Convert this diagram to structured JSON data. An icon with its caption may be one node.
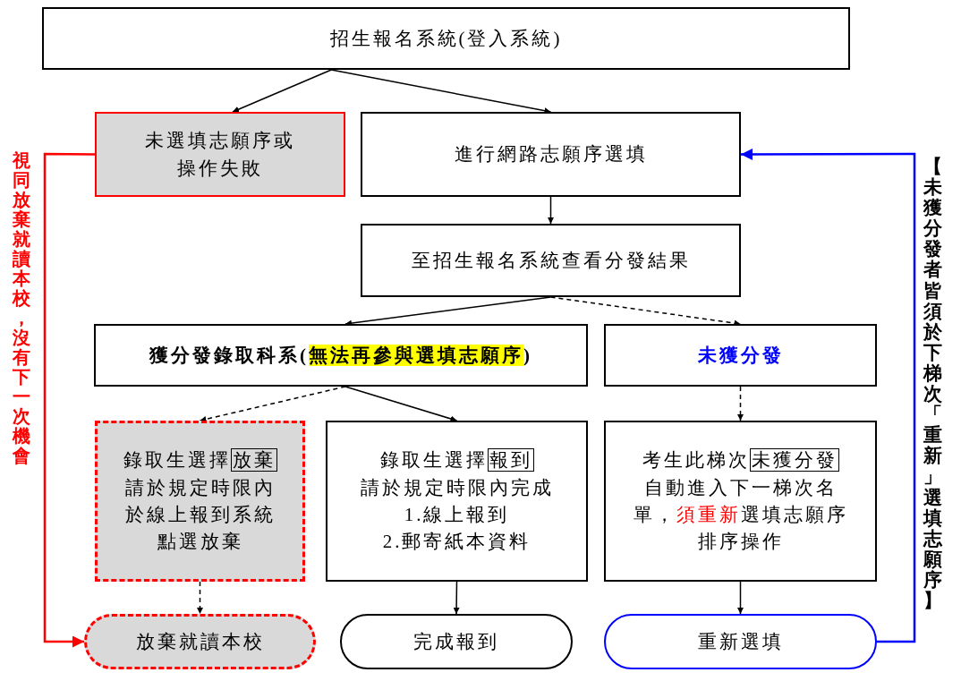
{
  "diagram": {
    "nodes": [
      {
        "text": [
          "招生報名系統(登入系統)"
        ]
      },
      {
        "text": [
          "未選填志願序或操作失敗"
        ]
      },
      {
        "text": [
          "進行網路志願序選填"
        ]
      },
      {
        "text": [
          "至招生報名系統查看分發結果"
        ]
      },
      {
        "text": [
          "獲分發錄取科系(",
          "無法再參與選填志願序",
          ")"
        ]
      },
      {
        "text": [
          "未獲分發"
        ]
      },
      {
        "text": [
          "錄取生選擇",
          "放棄",
          "請於規定時限內於線上報到系統點選放棄"
        ]
      },
      {
        "text": [
          "錄取生選擇",
          "報到",
          "請於規定時限內完成",
          "1.線上報到",
          "2.郵寄紙本資料"
        ]
      },
      {
        "text": [
          "考生此梯次",
          "未獲分發",
          "自動進入下一梯次名單，",
          "須重新",
          "選填志願序排序操作"
        ]
      },
      {
        "text": [
          "放棄就讀本校"
        ]
      },
      {
        "text": [
          "完成報到"
        ]
      },
      {
        "text": [
          "重新選填"
        ]
      }
    ],
    "edges": [
      {
        "from": 0,
        "to": 1,
        "arrow": "to"
      },
      {
        "from": 0,
        "to": 2,
        "arrow": "to"
      },
      {
        "from": 2,
        "to": 3,
        "arrow": "to"
      },
      {
        "from": 3,
        "to": 4,
        "arrow": "to"
      },
      {
        "from": 3,
        "to": 5,
        "arrow": "to",
        "style": "dashed"
      },
      {
        "from": 4,
        "to": 6,
        "arrow": "to",
        "style": "dashed"
      },
      {
        "from": 4,
        "to": 7,
        "arrow": "to"
      },
      {
        "from": 5,
        "to": 8,
        "arrow": "to",
        "style": "dashed"
      },
      {
        "from": 6,
        "to": 9,
        "arrow": "to",
        "style": "dashed"
      },
      {
        "from": 7,
        "to": 10,
        "arrow": "to"
      },
      {
        "from": 8,
        "to": 11,
        "arrow": "to"
      },
      {
        "from": 1,
        "to": 9,
        "arrow": "to",
        "color": "#ff0000",
        "label": "視同放棄就讀本校，沒有下一次機會"
      },
      {
        "from": 11,
        "to": 2,
        "arrow": "to",
        "color": "#0000ff",
        "label": "【未獲分發者皆須於下梯次「重新」選填志願序】"
      }
    ]
  }
}
